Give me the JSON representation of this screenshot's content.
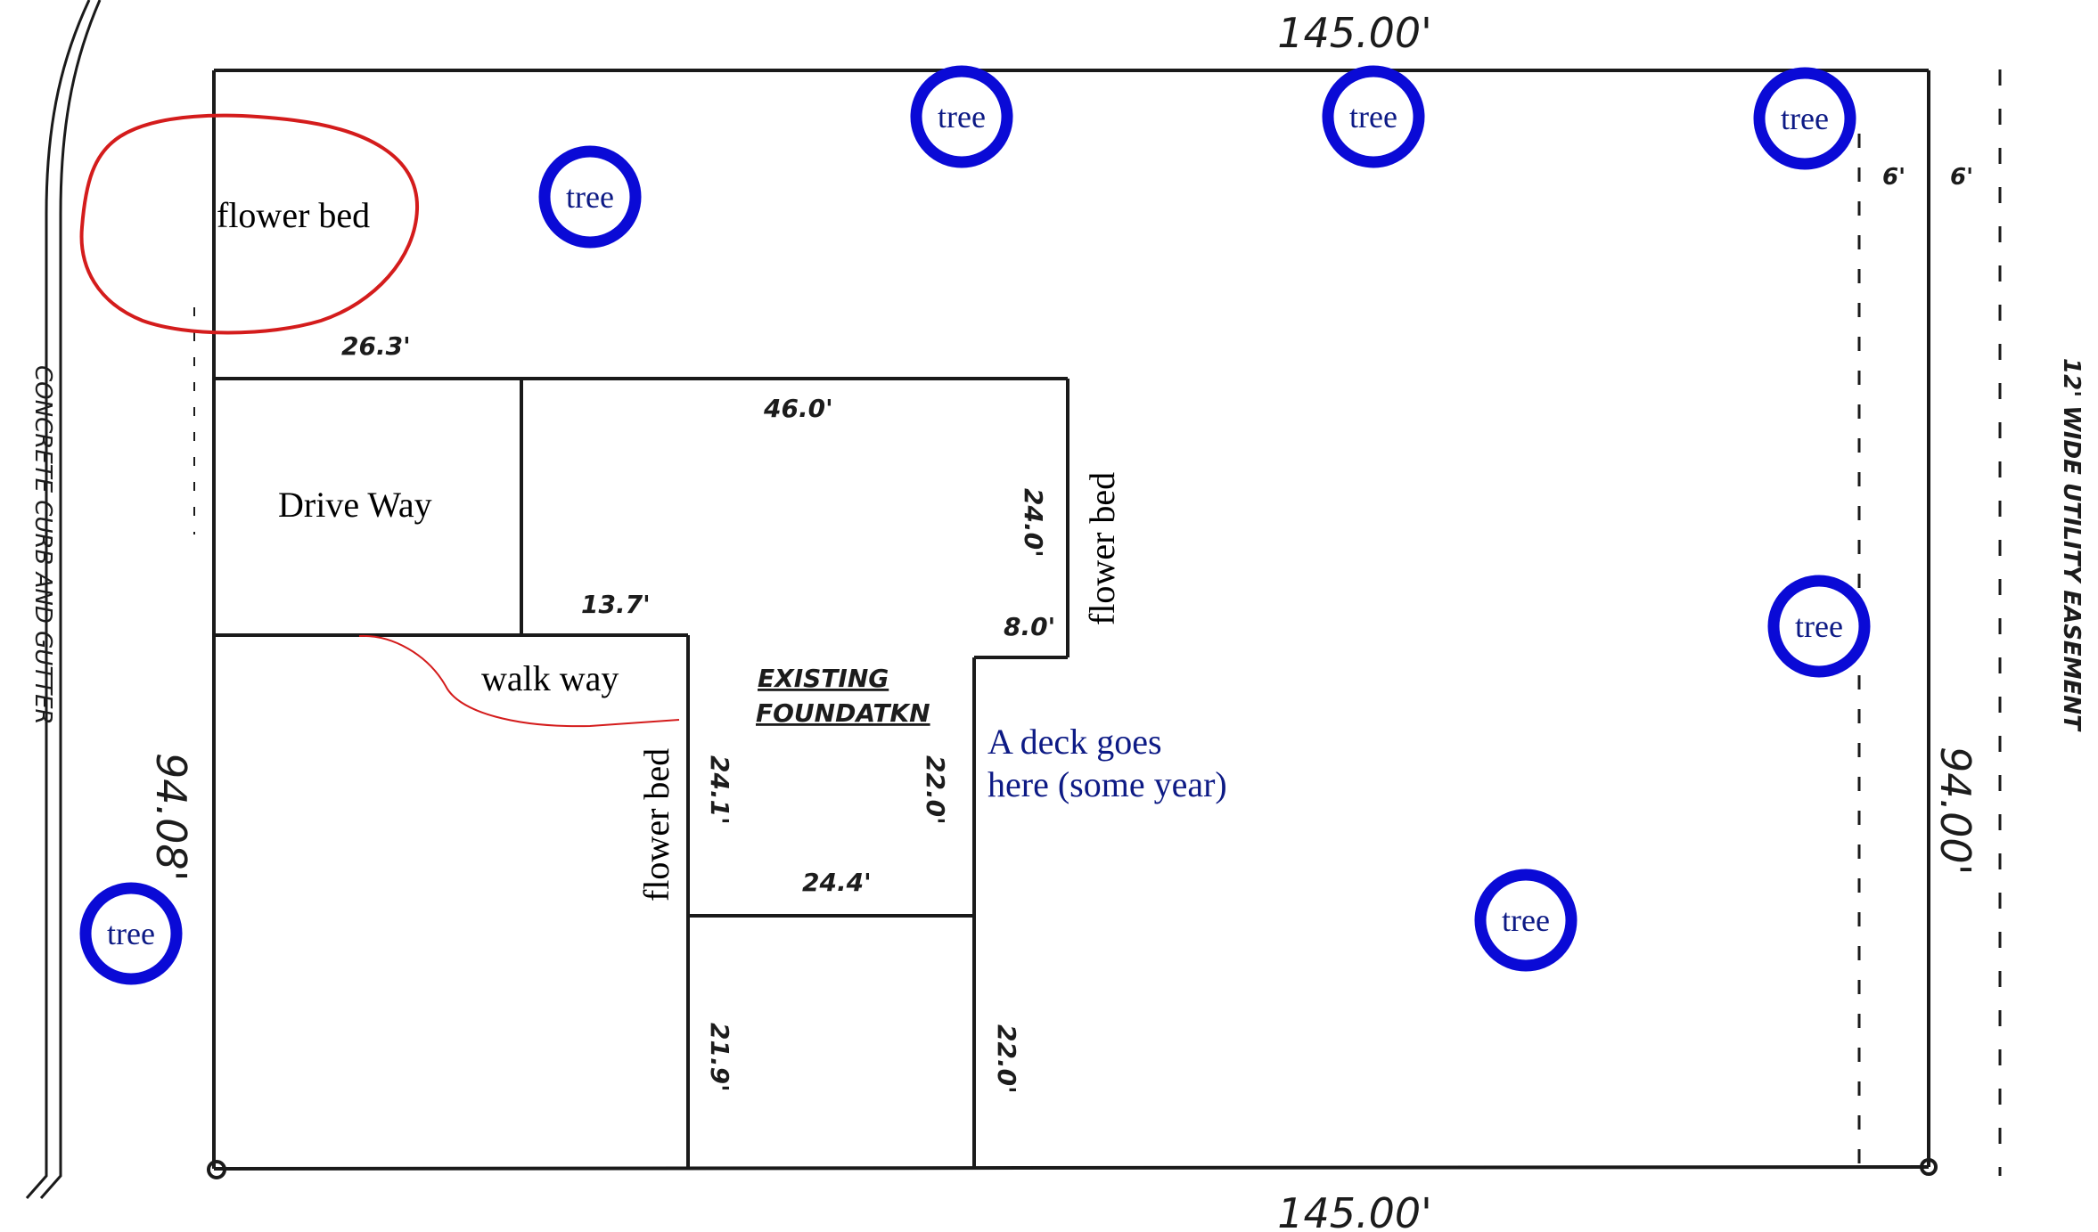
{
  "plot": {
    "dimensions": {
      "top_length": "145.00'",
      "bottom_length": "145.00'",
      "left_length": "94.08'",
      "right_length": "94.00'",
      "setback_top": "26.3'",
      "foundation_top": "46.0'",
      "foundation_right_upper": "24.0'",
      "foundation_step": "8.0'",
      "foundation_notch": "13.7'",
      "foundation_left": "24.1'",
      "foundation_right_lower": "22.0'",
      "garage_top": "24.4'",
      "garage_left": "21.9'",
      "garage_right": "22.0'",
      "easement_left": "6'",
      "easement_right": "6'"
    },
    "labels": {
      "curb": "CONCRETE CURB AND GUTTER",
      "easement": "12' WIDE UTILITY EASEMENT",
      "foundation_line1": "EXISTING",
      "foundation_line2": "FOUNDATKN"
    },
    "annotations": {
      "flower_bed_corner": "flower bed",
      "flower_bed_side": "flower bed",
      "flower_bed_walk": "flower bed",
      "drive_way": "Drive Way",
      "walk_way": "walk way",
      "deck_line1": "A deck goes",
      "deck_line2": "here (some year)"
    },
    "trees": [
      "tree",
      "tree",
      "tree",
      "tree",
      "tree",
      "tree",
      "tree"
    ],
    "colors": {
      "line": "#1a1a1a",
      "tree_ring": "#0a0ad6",
      "flower_outline": "#d41c1c",
      "blue_text": "#0d1a85"
    }
  }
}
